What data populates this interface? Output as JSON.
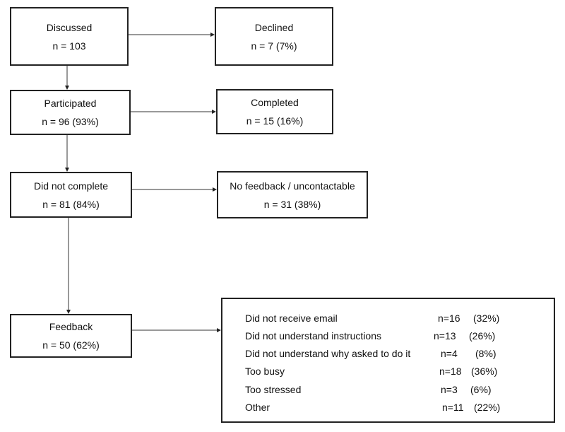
{
  "nodes": {
    "discussed": {
      "title": "Discussed",
      "count": "n = 103"
    },
    "declined": {
      "title": "Declined",
      "count": "n = 7 (7%)"
    },
    "participated": {
      "title": "Participated",
      "count": "n = 96 (93%)"
    },
    "completed": {
      "title": "Completed",
      "count": "n = 15 (16%)"
    },
    "did_not_complete": {
      "title": "Did not complete",
      "count": "n = 81 (84%)"
    },
    "no_feedback": {
      "title": "No feedback / uncontactable",
      "count": "n = 31 (38%)"
    },
    "feedback": {
      "title": "Feedback",
      "count": "n = 50 (62%)"
    }
  },
  "reasons": [
    {
      "label": "Did not receive email",
      "n": "n=16",
      "pct": "(32%)"
    },
    {
      "label": "Did not understand instructions",
      "n": "n=13",
      "pct": "(26%)"
    },
    {
      "label": "Did not understand why asked to do it",
      "n": "n=4",
      "pct": "(8%)"
    },
    {
      "label": "Too busy",
      "n": "n=18",
      "pct": "(36%)"
    },
    {
      "label": "Too stressed",
      "n": "n=3",
      "pct": "(6%)"
    },
    {
      "label": "Other",
      "n": "n=11",
      "pct": "(22%)"
    }
  ]
}
